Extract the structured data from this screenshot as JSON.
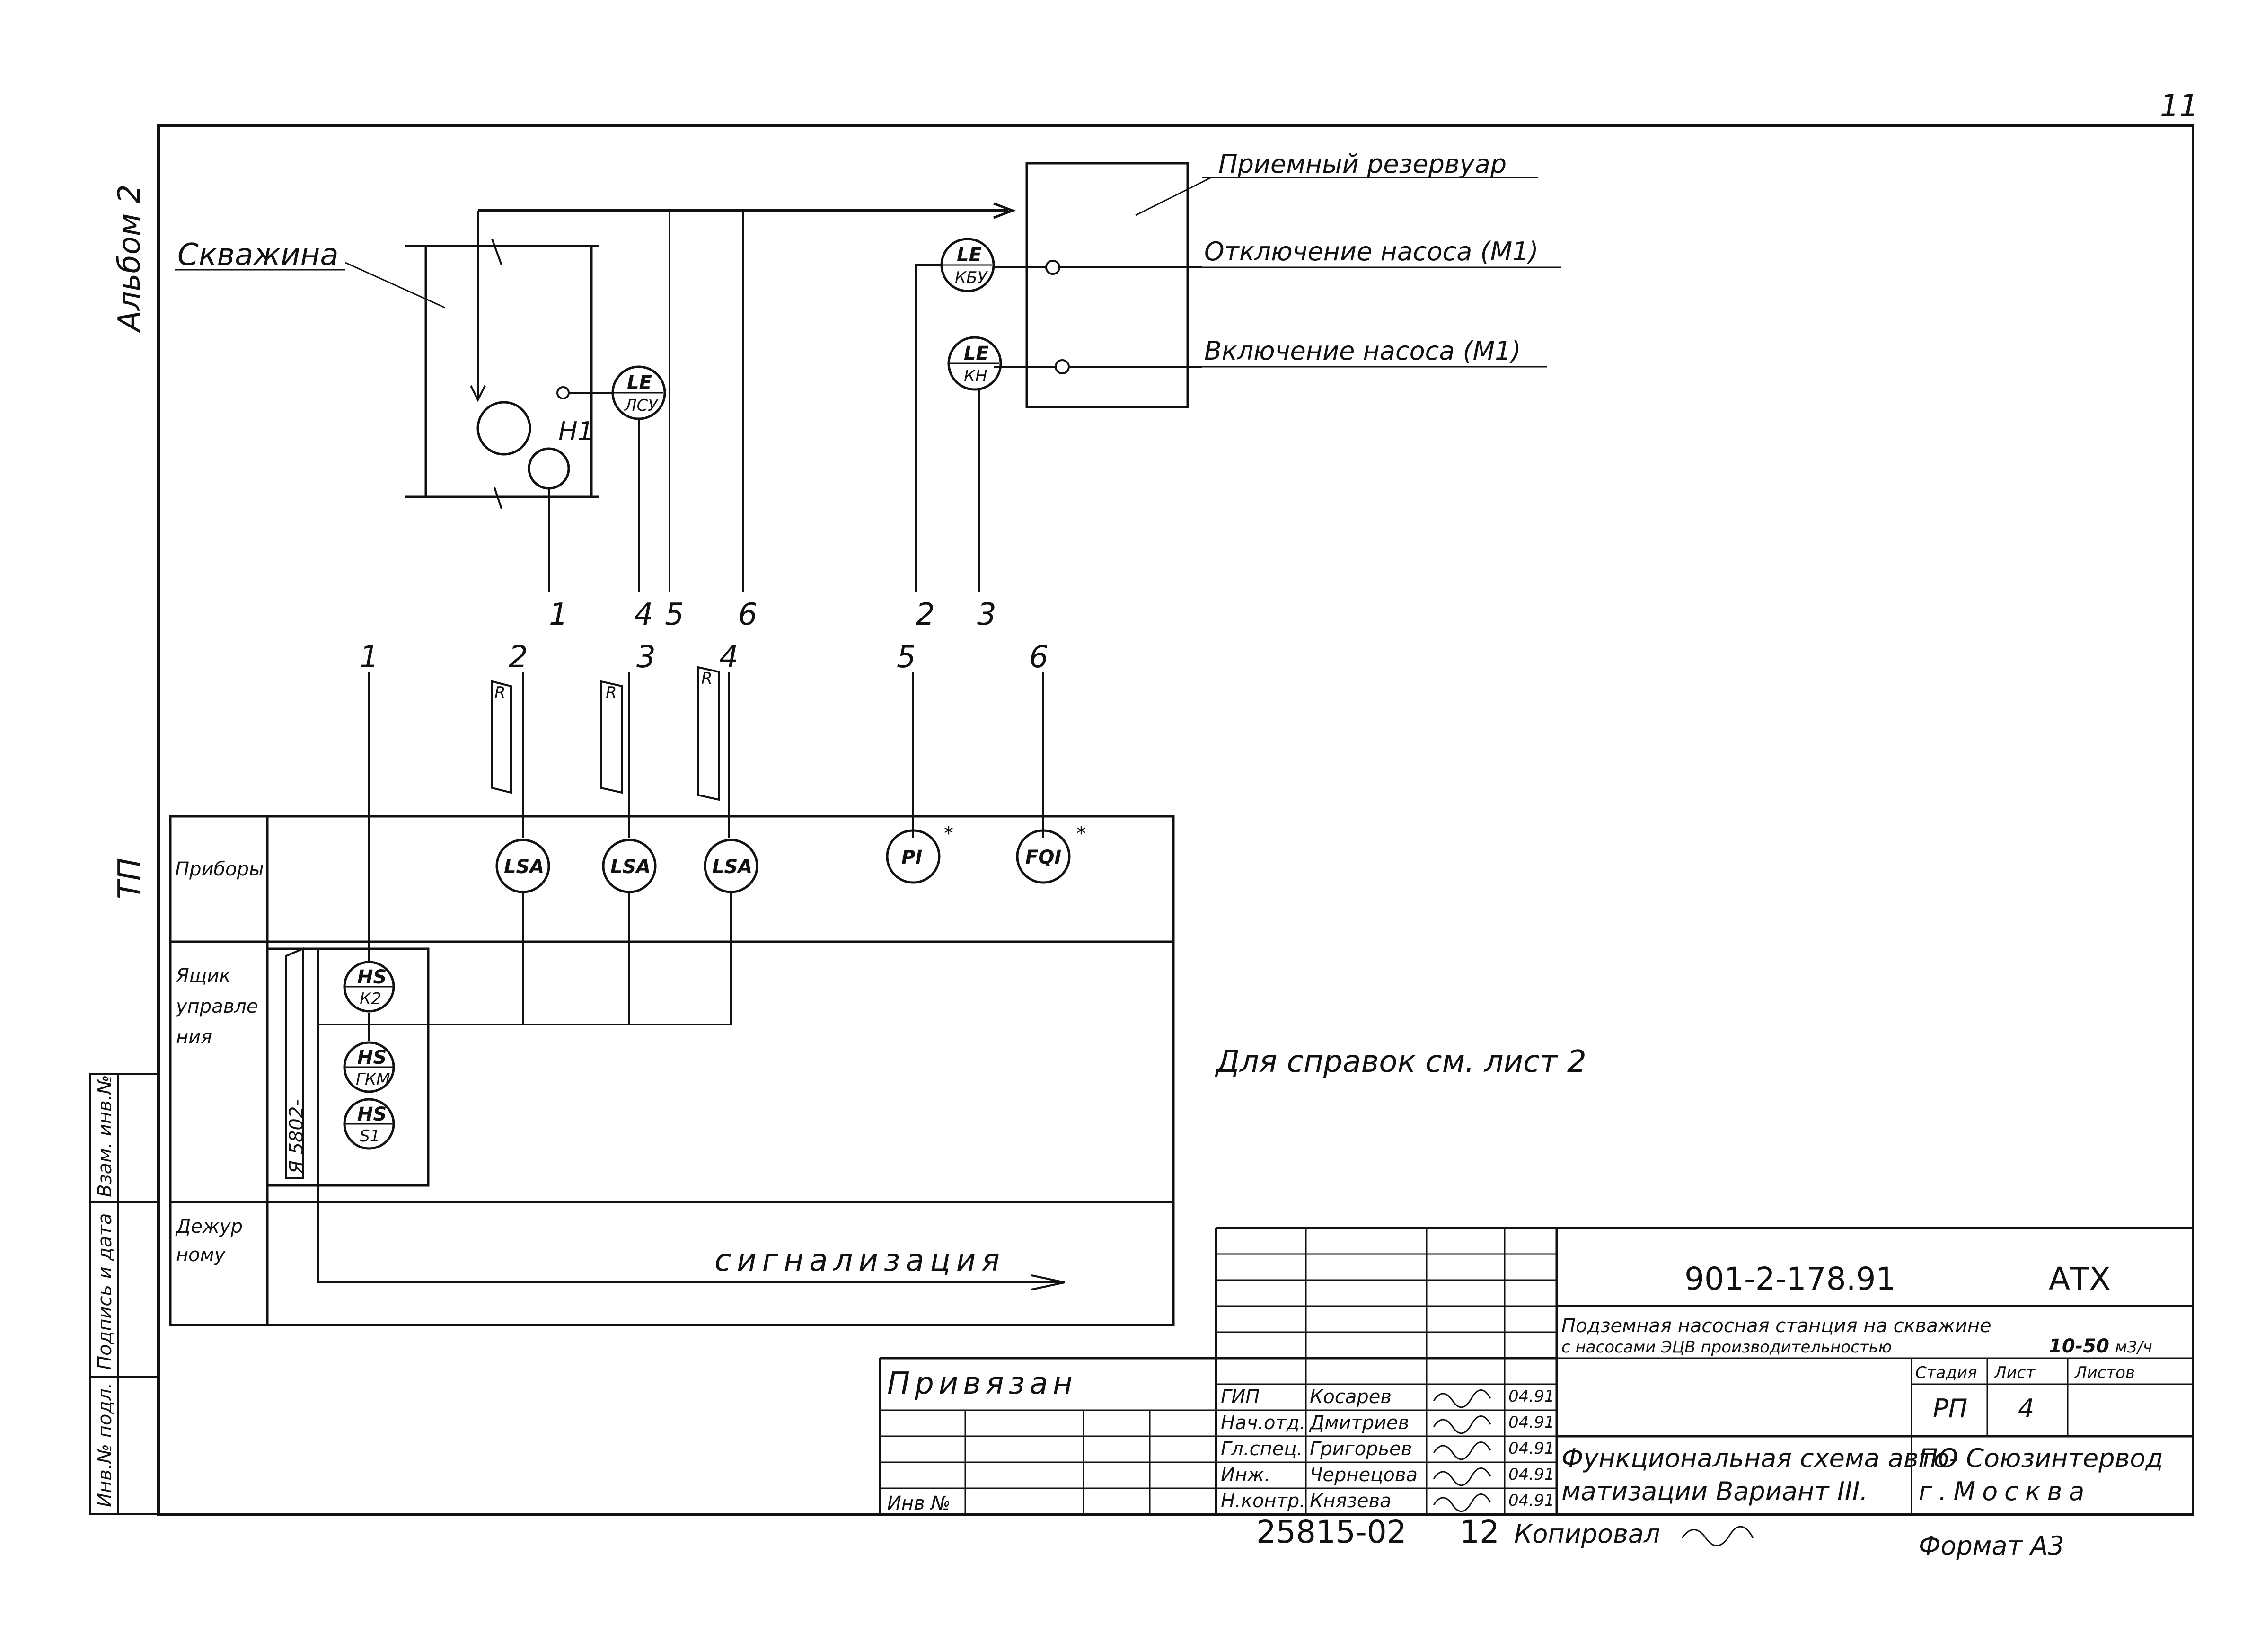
{
  "sheet_corner_number": "11",
  "side_labels": {
    "album": "Альбом 2",
    "tp": "ТП"
  },
  "field": {
    "well": "Скважина",
    "pump": "Н1",
    "tank": "Приемный резервуар",
    "pump_off": "Отключение насоса (М1)",
    "pump_on": "Включение насоса (М1)",
    "sensor_well": {
      "top": "LE",
      "bottom": "ЛСУ"
    },
    "sensor_off": {
      "top": "LE",
      "bottom": "КБУ"
    },
    "sensor_on": {
      "top": "LE",
      "bottom": "КН"
    }
  },
  "line_numbers_top": [
    "1",
    "4",
    "5",
    "6",
    "2",
    "3"
  ],
  "line_numbers_bottom": [
    "1",
    "2",
    "3",
    "4",
    "5",
    "6"
  ],
  "cable_marks": [
    "R",
    "R",
    "R"
  ],
  "rows": {
    "pribory": "Приборы",
    "box": "Ящик управле ния",
    "duty": "Дежур ному"
  },
  "instruments": [
    "LSA",
    "LSA",
    "LSA",
    "PI",
    "FQI"
  ],
  "instrument_mark": "*",
  "box_devices": [
    {
      "top": "HS",
      "bottom": "К2"
    },
    {
      "top": "HS",
      "bottom": "ГКМ"
    },
    {
      "top": "HS",
      "bottom": "S1"
    }
  ],
  "box_label": "Я 5802-",
  "signal": "сигнализация",
  "reference_note": "Для справок см. лист 2",
  "left_stamp": [
    "Инв.№ подл.",
    "Подпись и дата",
    "Взам. инв.№"
  ],
  "titleblock": {
    "code": "901-2-178.91",
    "mark": "АТХ",
    "project_line1": "Подземная насосная станция на скважине",
    "project_line2": "с насосами ЭЦВ производительностью",
    "capacity": "10-50",
    "capacity_unit": "м3/ч",
    "hdr_stage": "Стадия",
    "hdr_sheet": "Лист",
    "hdr_sheets": "Листов",
    "stage": "РП",
    "sheet": "4",
    "drawing_line1": "Функциональная схема авто-",
    "drawing_line2": "матизации Вариант III.",
    "org_line1": "ПО Союзинтервод",
    "org_line2": "г.Москва",
    "bound": "Привязан",
    "inv": "Инв №",
    "roles": [
      "ГИП",
      "Нач.отд.",
      "Гл.спец.",
      "Инж.",
      "Н.контр."
    ],
    "names": [
      "Косарев",
      "Дмитриев",
      "Григорьев",
      "Чернецова",
      "Князева"
    ],
    "dates": [
      "04.91",
      "04.91",
      "04.91",
      "04.91",
      "04.91"
    ]
  },
  "footer": {
    "inv_num": "25815-02",
    "page": "12",
    "copied": "Копировал",
    "format": "Формат А3"
  }
}
